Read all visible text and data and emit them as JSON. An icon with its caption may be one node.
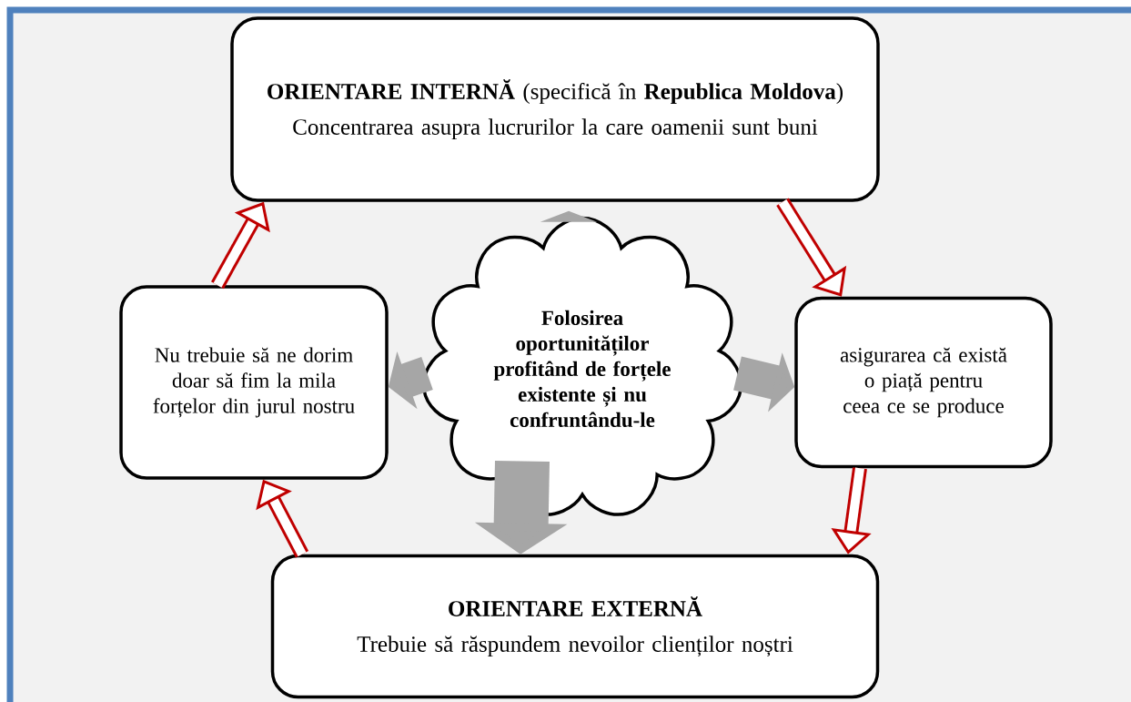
{
  "diagram": {
    "nodes": [
      {
        "text": [
          "**ORIENTARE INTERNĂ** (specifică în **Republica Moldova**)",
          "Concentrarea asupra lucrurilor la care oamenii sunt buni"
        ]
      },
      {
        "text": [
          "Nu trebuie să ne dorim doar să fim la mila forțelor din jurul nostru"
        ]
      },
      {
        "text": [
          "Folosirea oportunităților profitând de forțele existente și nu confruntându-le"
        ]
      },
      {
        "text": [
          "asigurarea că există o piață pentru ceea ce se produce"
        ]
      },
      {
        "text": [
          "ORIENTARE EXTERNĂ",
          "Trebuie să răspundem nevoilor clienților noștri"
        ]
      }
    ],
    "edges": [
      {
        "from": 2,
        "to": 0,
        "arrow": "to",
        "style": "thick",
        "color": "#a6a6a6"
      },
      {
        "from": 2,
        "to": 1,
        "arrow": "to",
        "style": "thick",
        "color": "#a6a6a6"
      },
      {
        "from": 2,
        "to": 3,
        "arrow": "to",
        "style": "thick",
        "color": "#a6a6a6"
      },
      {
        "from": 2,
        "to": 4,
        "arrow": "to",
        "style": "thick",
        "color": "#a6a6a6"
      },
      {
        "from": 1,
        "to": 0,
        "arrow": "to",
        "color": "#c00000"
      },
      {
        "from": 0,
        "to": 3,
        "arrow": "to",
        "color": "#c00000"
      },
      {
        "from": 3,
        "to": 4,
        "arrow": "to",
        "color": "#c00000"
      },
      {
        "from": 4,
        "to": 1,
        "arrow": "to",
        "color": "#c00000"
      }
    ]
  }
}
